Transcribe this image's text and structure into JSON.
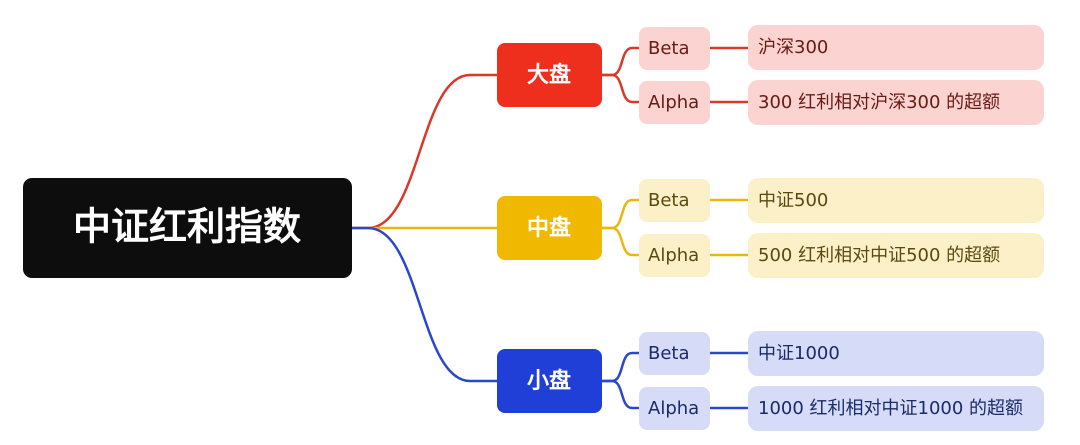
{
  "root": {
    "label": "中证红利指数",
    "color": "#0d0d0d"
  },
  "branches": [
    {
      "label": "大盘",
      "color": "#ef2f1d",
      "line_color": "#d8392b",
      "light_color": "#fbd3d0",
      "text_color": "#6a1a14",
      "children": [
        {
          "label": "Beta",
          "detail": "沪深300"
        },
        {
          "label": "Alpha",
          "detail": "300 红利相对沪深300 的超额"
        }
      ]
    },
    {
      "label": "中盘",
      "color": "#f0b800",
      "line_color": "#e9b80c",
      "light_color": "#fcf0c8",
      "text_color": "#5a4a10",
      "children": [
        {
          "label": "Beta",
          "detail": "中证500"
        },
        {
          "label": "Alpha",
          "detail": "500 红利相对中证500 的超额"
        }
      ]
    },
    {
      "label": "小盘",
      "color": "#1f3fd6",
      "line_color": "#2b48c8",
      "light_color": "#d6dcf7",
      "text_color": "#1a2a6a",
      "children": [
        {
          "label": "Beta",
          "detail": "中证1000"
        },
        {
          "label": "Alpha",
          "detail": "1000 红利相对中证1000 的超额"
        }
      ]
    }
  ]
}
